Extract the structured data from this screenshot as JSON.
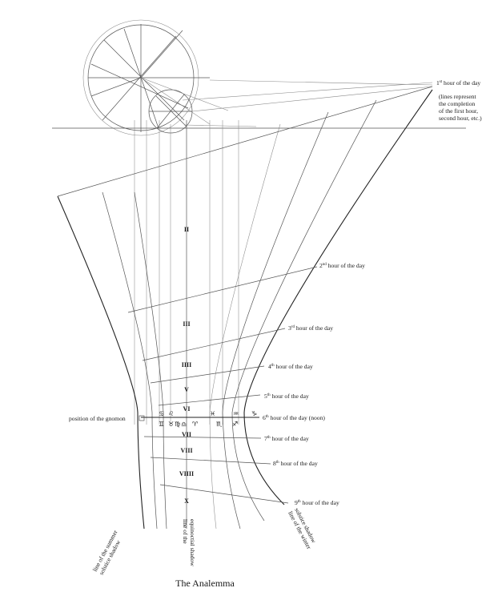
{
  "hour_labels": [
    {
      "sup": "st",
      "text": "hour of the day",
      "num": "1"
    },
    {
      "sup": "nd",
      "text": "hour of the day",
      "num": "2"
    },
    {
      "sup": "rd",
      "text": "hour of the day",
      "num": "3"
    },
    {
      "sup": "th",
      "text": "hour of the day",
      "num": "4"
    },
    {
      "sup": "th",
      "text": "hour of the day",
      "num": "5"
    },
    {
      "sup": "th",
      "text": "hour of the day (noon)",
      "num": "6"
    },
    {
      "sup": "th",
      "text": "hour of the day",
      "num": "7"
    },
    {
      "sup": "th",
      "text": "hour of the day",
      "num": "8"
    },
    {
      "sup": "th",
      "text": "hour of the day",
      "num": "9"
    }
  ],
  "note_lines": [
    "(lines represent",
    "the completion",
    "of the first hour,",
    "second hour, etc.)"
  ],
  "numerals": [
    "II",
    "III",
    "IIII",
    "V",
    "VI",
    "VII",
    "VIII",
    "VIIII",
    "X"
  ],
  "zodiac_signs": [
    "♋",
    "♌",
    "♍",
    "♎",
    "♏",
    "♐",
    "♑",
    "♒",
    "♓",
    "♈",
    "♉",
    "♊"
  ],
  "gnomon_label": "position of the gnomon",
  "summer_label": [
    "line of the summer",
    "solstice shadow"
  ],
  "equinox_label": [
    "line of the",
    "equinoctial shadow"
  ],
  "winter_label": [
    "line of the winter",
    "solstice shadow"
  ],
  "caption": "The Analemma"
}
